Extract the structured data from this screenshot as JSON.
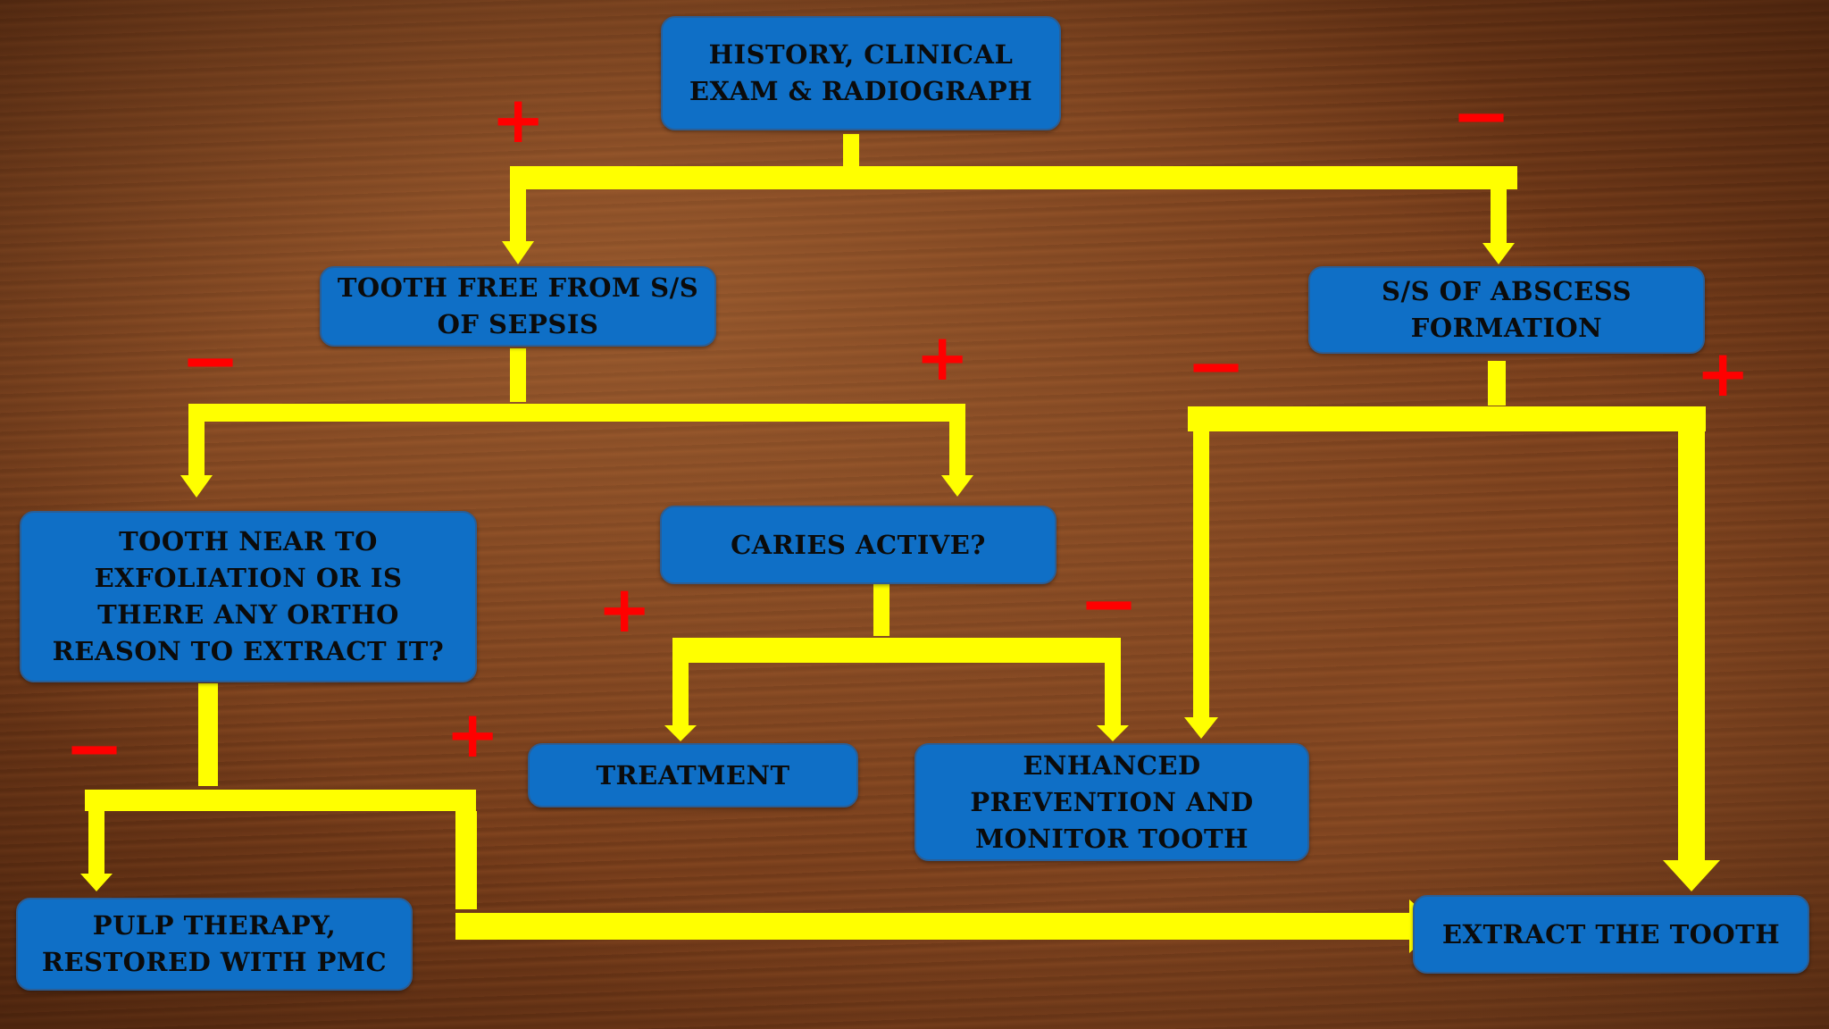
{
  "colors": {
    "box_fill": "#0f6fc6",
    "connector": "#ffff00",
    "sign": "#ff0000"
  },
  "nodes": {
    "history": [
      "HISTORY, CLINICAL",
      "EXAM & RADIOGRAPH"
    ],
    "sepsis_free": [
      "TOOTH FREE FROM S/S",
      "OF SEPSIS"
    ],
    "abscess": [
      "S/S OF ABSCESS",
      "FORMATION"
    ],
    "exfoliation": [
      "TOOTH NEAR TO",
      "EXFOLIATION OR IS",
      "THERE ANY ORTHO",
      "REASON TO EXTRACT IT?"
    ],
    "caries": [
      "CARIES ACTIVE?"
    ],
    "treatment": [
      "TREATMENT"
    ],
    "prevention": [
      "ENHANCED",
      "PREVENTION AND",
      "MONITOR TOOTH"
    ],
    "pulp": [
      "PULP THERAPY,",
      "RESTORED WITH PMC"
    ],
    "extract": [
      "EXTRACT THE TOOTH"
    ]
  },
  "signs": {
    "history_plus": "+",
    "history_minus": "−",
    "sepsis_minus": "−",
    "sepsis_plus": "+",
    "abscess_minus": "−",
    "abscess_plus": "+",
    "caries_plus": "+",
    "caries_minus": "−",
    "exfoliation_minus": "−",
    "exfoliation_plus": "+"
  }
}
